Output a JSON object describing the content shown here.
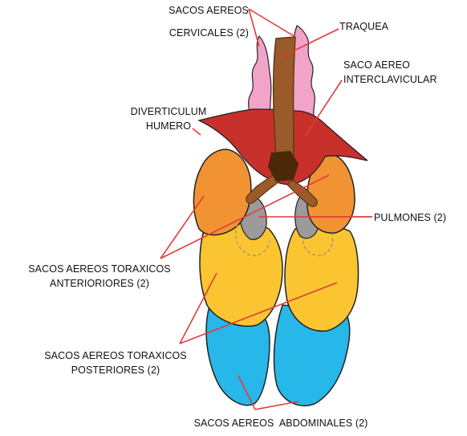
{
  "colors": {
    "leader_line": "#e23a3a",
    "trachea": "#9a5a2a",
    "trachea_outline": "#5e3a14",
    "syrinx": "#4a2808",
    "interclavicular_sac": "#c8302c",
    "cervical_sacs": "#f2a4c8",
    "lungs": "#9b9b9b",
    "anterior_thoracic_sacs": "#f29333",
    "posterior_thoracic_sacs": "#fbc531",
    "abdominal_sacs": "#27b7e8",
    "outline": "#222222"
  },
  "labels": {
    "cervical": [
      "SACOS AEREOS",
      "CERVICALES (2)"
    ],
    "trachea": "TRAQUEA",
    "interclavicular": [
      "SACO AEREO",
      "INTERCLAVICULAR"
    ],
    "humero": [
      "DIVERTICULUM",
      "HUMERO"
    ],
    "lungs": "PULMONES (2)",
    "anterior_thoracic": [
      "SACOS AEREOS TORAXICOS",
      "ANTERIORIORES (2)"
    ],
    "posterior_thoracic": [
      "SACOS AEREOS TORAXICOS",
      "POSTERIORES (2)"
    ],
    "abdominal": "SACOS AEREOS  ABDOMINALES (2)"
  }
}
